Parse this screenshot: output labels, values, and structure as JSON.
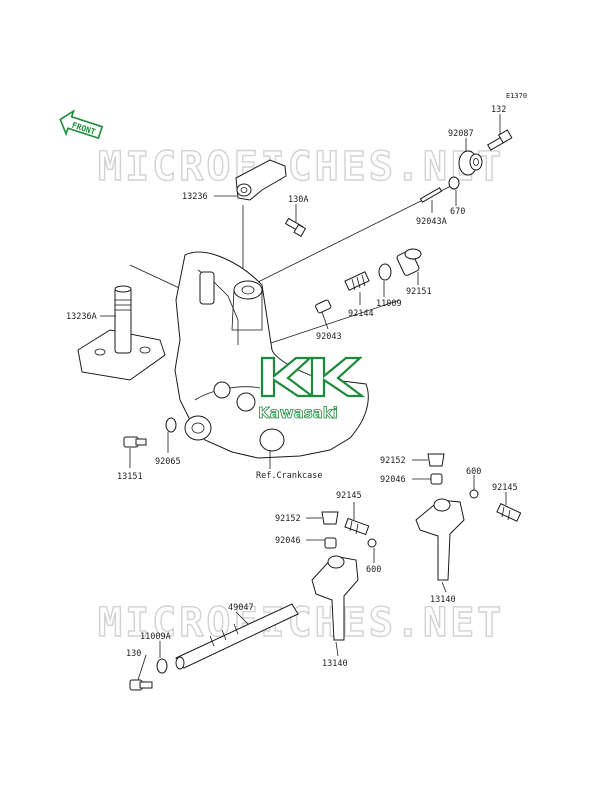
{
  "diagram_code": "E1370",
  "front_badge": "FRONT",
  "watermark": "MICROFICHES.NET",
  "logo_text": "Kawasaki",
  "reference_label": "Ref.Crankcase",
  "parts": [
    {
      "id": "132"
    },
    {
      "id": "92087"
    },
    {
      "id": "13236"
    },
    {
      "id": "130A"
    },
    {
      "id": "92043A"
    },
    {
      "id": "670"
    },
    {
      "id": "13236A"
    },
    {
      "id": "92144"
    },
    {
      "id": "11009"
    },
    {
      "id": "92151"
    },
    {
      "id": "92043"
    },
    {
      "id": "92065"
    },
    {
      "id": "13151"
    },
    {
      "id": "92152"
    },
    {
      "id": "92046"
    },
    {
      "id": "600"
    },
    {
      "id": "92145"
    },
    {
      "id": "92145"
    },
    {
      "id": "92152"
    },
    {
      "id": "92046"
    },
    {
      "id": "600"
    },
    {
      "id": "13140"
    },
    {
      "id": "49047"
    },
    {
      "id": "11009A"
    },
    {
      "id": "130"
    },
    {
      "id": "13140"
    }
  ],
  "colors": {
    "logo_green": "#1d8a3b",
    "watermark_gray": "#d2d2d2",
    "line_ink": "#1a1a1a"
  }
}
